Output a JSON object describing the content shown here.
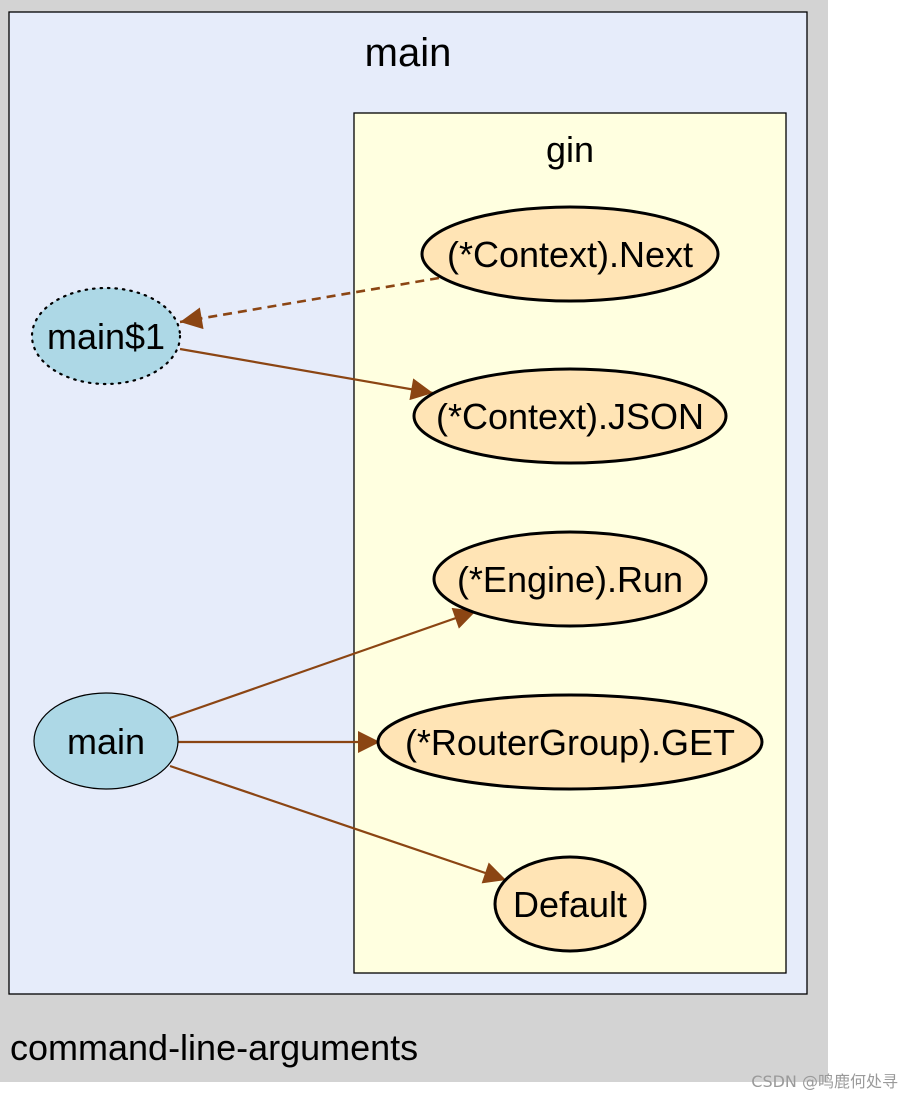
{
  "clusters": {
    "outer": {
      "label": "command-line-arguments",
      "fill": "#d3d3d3"
    },
    "main": {
      "label": "main",
      "fill": "#e6ecfa",
      "stroke": "#000000"
    },
    "gin": {
      "label": "gin",
      "fill": "#ffffe0",
      "stroke": "#000000"
    }
  },
  "nodes": {
    "main_func": {
      "label": "main",
      "fill": "#add8e6"
    },
    "main_closure": {
      "label": "main$1",
      "fill": "#add8e6",
      "style": "dotted"
    },
    "ctx_next": {
      "label": "(*Context).Next",
      "fill": "#ffe4b5"
    },
    "ctx_json": {
      "label": "(*Context).JSON",
      "fill": "#ffe4b5"
    },
    "engine_run": {
      "label": "(*Engine).Run",
      "fill": "#ffe4b5"
    },
    "router_get": {
      "label": "(*RouterGroup).GET",
      "fill": "#ffe4b5"
    },
    "default": {
      "label": "Default",
      "fill": "#ffe4b5"
    }
  },
  "edges": [
    {
      "from": "ctx_next",
      "to": "main_closure",
      "style": "dashed"
    },
    {
      "from": "main_closure",
      "to": "ctx_json",
      "style": "solid"
    },
    {
      "from": "main_func",
      "to": "engine_run",
      "style": "solid"
    },
    {
      "from": "main_func",
      "to": "router_get",
      "style": "solid"
    },
    {
      "from": "main_func",
      "to": "default",
      "style": "solid"
    }
  ],
  "edge_color": "#8b4513",
  "watermark": "CSDN @鸣鹿何处寻"
}
